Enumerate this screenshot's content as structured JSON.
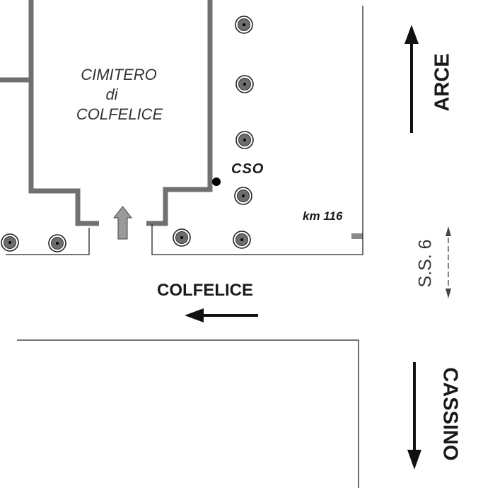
{
  "labels": {
    "cemetery_line1": "CIMITERO",
    "cemetery_line2": "di",
    "cemetery_line3": "COLFELICE",
    "cso": "CSO",
    "km_marker": "km 116",
    "colfelice": "COLFELICE",
    "arce": "ARCE",
    "cassino": "CASSINO",
    "road": "S.S. 6"
  },
  "icons": {
    "tree": "tree-icon",
    "entrance_arrow": "entrance-arrow-icon",
    "arrow": "direction-arrow-icon",
    "point": "cso-point-icon"
  },
  "colors": {
    "wall": "#707070",
    "road_line": "#222222",
    "tree_fill": "#6d6d6d",
    "tree_outline": "#222222",
    "entrance_arrow": "#9a9a9a",
    "text": "#1a1a1a",
    "cemetery_text": "#333333"
  }
}
